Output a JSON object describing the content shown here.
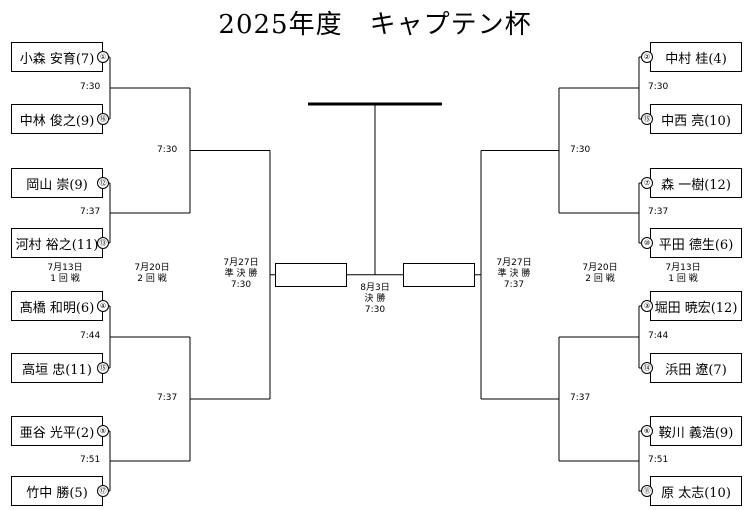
{
  "title": "2025年度　キャプテン杯",
  "left_players": [
    {
      "name": "小森 安育(7)",
      "seed": "①"
    },
    {
      "name": "中林 俊之(9)",
      "seed": "⑯"
    },
    {
      "name": "岡山 崇(9)",
      "seed": "⑫"
    },
    {
      "name": "河村 裕之(11)",
      "seed": "⑬"
    },
    {
      "name": "髙橋 和明(6)",
      "seed": "④"
    },
    {
      "name": "高垣 忠(11)",
      "seed": "⑮"
    },
    {
      "name": "亜谷 光平(2)",
      "seed": "⑤"
    },
    {
      "name": "竹中 勝(5)",
      "seed": "⑰"
    }
  ],
  "right_players": [
    {
      "name": "中村 桂(4)",
      "seed": "②"
    },
    {
      "name": "中西 亮(10)",
      "seed": "⑮"
    },
    {
      "name": "森 一樹(12)",
      "seed": "⑦"
    },
    {
      "name": "平田 德生(6)",
      "seed": "⑩"
    },
    {
      "name": "堀田 暁宏(12)",
      "seed": "③"
    },
    {
      "name": "浜田 遼(7)",
      "seed": "⑭"
    },
    {
      "name": "鞍川 義浩(9)",
      "seed": "⑥"
    },
    {
      "name": "原 太志(10)",
      "seed": "⑪"
    }
  ],
  "times": {
    "left_r1": [
      "7:30",
      "7:37",
      "7:44",
      "7:51"
    ],
    "left_r2": [
      "7:30",
      "7:37"
    ],
    "right_r1": [
      "7:30",
      "7:37",
      "7:44",
      "7:51"
    ],
    "right_r2": [
      "7:30",
      "7:37"
    ]
  },
  "round_labels": {
    "r1": [
      "7月13日",
      "1 回 戦"
    ],
    "r2": [
      "7月20日",
      "2 回 戦"
    ],
    "sf_left": [
      "7月27日",
      "準 決 勝",
      "7:30"
    ],
    "sf_right": [
      "7月27日",
      "準 決 勝",
      "7:37"
    ],
    "final": [
      "8月3日",
      "決 勝",
      "7:30"
    ]
  }
}
